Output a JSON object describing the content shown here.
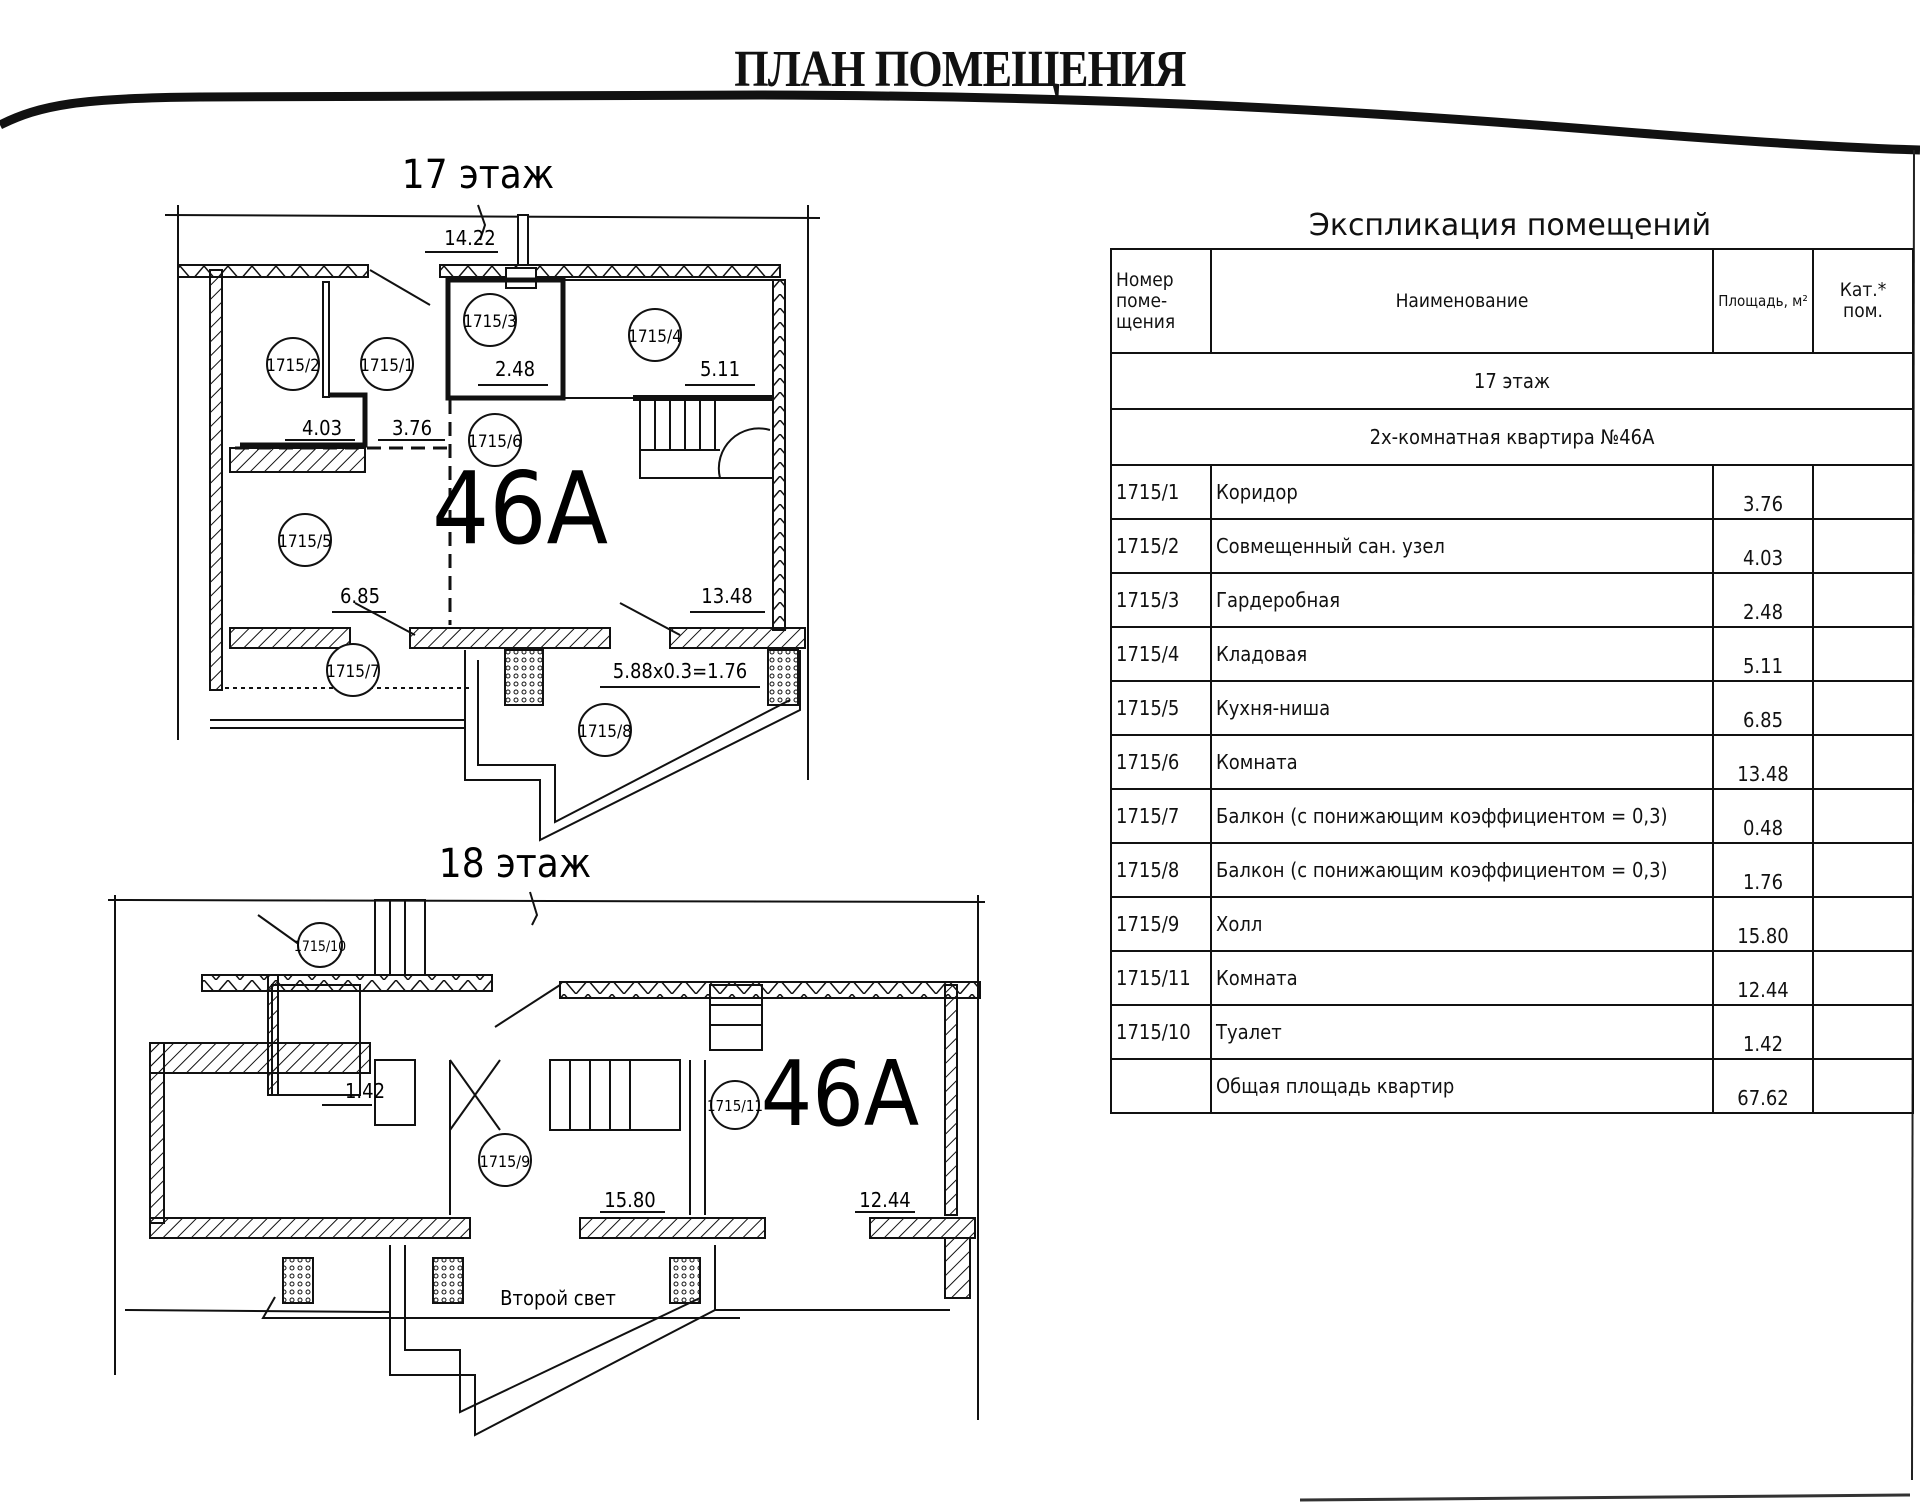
{
  "document": {
    "title": "ПЛАН ПОМЕЩЕНИЯ"
  },
  "plan": {
    "floor17": {
      "label": "17 этаж",
      "apartment_label": "46А",
      "corridor_outside_area": "14.22",
      "rooms": [
        {
          "id": "1715/1",
          "area": "3.76"
        },
        {
          "id": "1715/2",
          "area": "4.03"
        },
        {
          "id": "1715/3",
          "area": "2.48"
        },
        {
          "id": "1715/4",
          "area": "5.11"
        },
        {
          "id": "1715/5",
          "area": "6.85"
        },
        {
          "id": "1715/6",
          "area": "13.48"
        },
        {
          "id": "1715/7",
          "area": ""
        },
        {
          "id": "1715/8",
          "area": "5.88x0.3=1.76"
        }
      ]
    },
    "floor18": {
      "label": "18 этаж",
      "apartment_label": "46А",
      "second_light_label": "Второй свет",
      "rooms": [
        {
          "id": "1715/10",
          "area": "1.42"
        },
        {
          "id": "1715/9",
          "area": "15.80"
        },
        {
          "id": "1715/11",
          "area": "12.44"
        }
      ]
    }
  },
  "explication": {
    "title": "Экспликация помещений",
    "headers": {
      "number": "Номер поме- щения",
      "name": "Наименование",
      "area": "Площадь, м²",
      "category": "Кат.* пом."
    },
    "floor_row": "17 этаж",
    "apartment_row": "2х-комнатная квартира №46А",
    "rows": [
      {
        "number": "1715/1",
        "name": "Коридор",
        "area": "3.76",
        "category": ""
      },
      {
        "number": "1715/2",
        "name": "Совмещенный сан. узел",
        "area": "4.03",
        "category": ""
      },
      {
        "number": "1715/3",
        "name": "Гардеробная",
        "area": "2.48",
        "category": ""
      },
      {
        "number": "1715/4",
        "name": "Кладовая",
        "area": "5.11",
        "category": ""
      },
      {
        "number": "1715/5",
        "name": "Кухня-ниша",
        "area": "6.85",
        "category": ""
      },
      {
        "number": "1715/6",
        "name": "Комната",
        "area": "13.48",
        "category": ""
      },
      {
        "number": "1715/7",
        "name": "Балкон (с понижающим коэффициентом = 0,3)",
        "area": "0.48",
        "category": ""
      },
      {
        "number": "1715/8",
        "name": "Балкон (с понижающим коэффициентом = 0,3)",
        "area": "1.76",
        "category": ""
      },
      {
        "number": "1715/9",
        "name": "Холл",
        "area": "15.80",
        "category": ""
      },
      {
        "number": "1715/11",
        "name": "Комната",
        "area": "12.44",
        "category": ""
      },
      {
        "number": "1715/10",
        "name": "Туалет",
        "area": "1.42",
        "category": ""
      }
    ],
    "total": {
      "number": "",
      "name": "Общая площадь квартир",
      "area": "67.62",
      "category": ""
    }
  }
}
